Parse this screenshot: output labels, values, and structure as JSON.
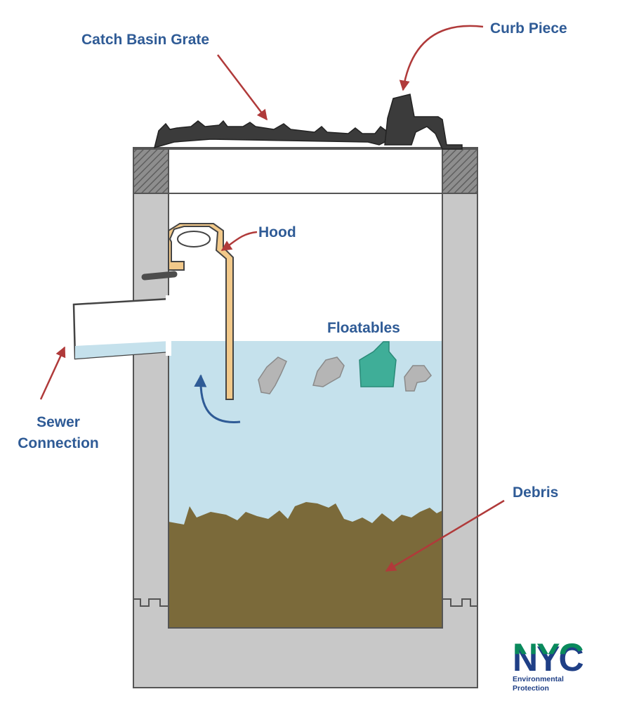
{
  "labels": {
    "grate": "Catch Basin Grate",
    "curb": "Curb Piece",
    "hood": "Hood",
    "floatables": "Floatables",
    "sewer_line1": "Sewer",
    "sewer_line2": "Connection",
    "debris": "Debris"
  },
  "logo": {
    "wordmark": "NYC",
    "line1": "Environmental",
    "line2": "Protection"
  },
  "colors": {
    "label_text": "#2f5b96",
    "arrow": "#b03a3a",
    "water": "#c5e1ec",
    "debris": "#7b6a3a",
    "concrete": "#c8c8c8",
    "hood": "#f2c98a",
    "bottle": "#3fae98",
    "logo_green": "#0a8a5c",
    "logo_blue": "#1f3f86"
  }
}
